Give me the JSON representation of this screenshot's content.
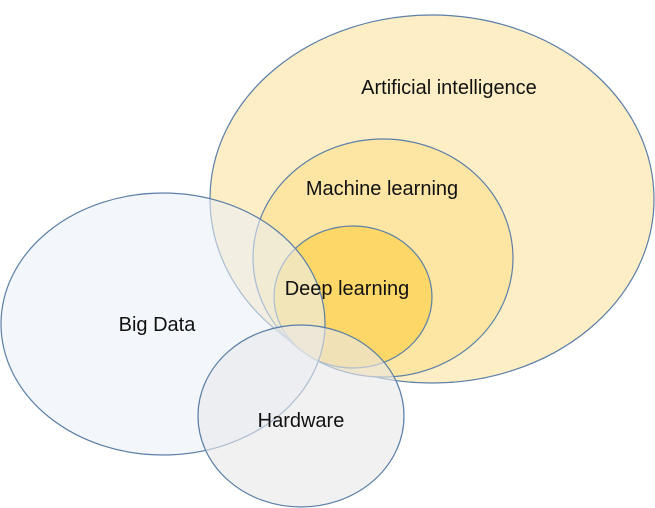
{
  "diagram": {
    "labels": {
      "ai": "Artificial intelligence",
      "ml": "Machine learning",
      "dl": "Deep learning",
      "big_data": "Big Data",
      "hardware": "Hardware"
    },
    "colors": {
      "ai_fill": "#fdecc0",
      "ml_fill": "#fde3a0",
      "dl_fill": "#fdd766",
      "big_data_fill": "#e9f1f9",
      "hardware_fill": "#e7e8ea",
      "outline": "#5b7fa7"
    }
  }
}
